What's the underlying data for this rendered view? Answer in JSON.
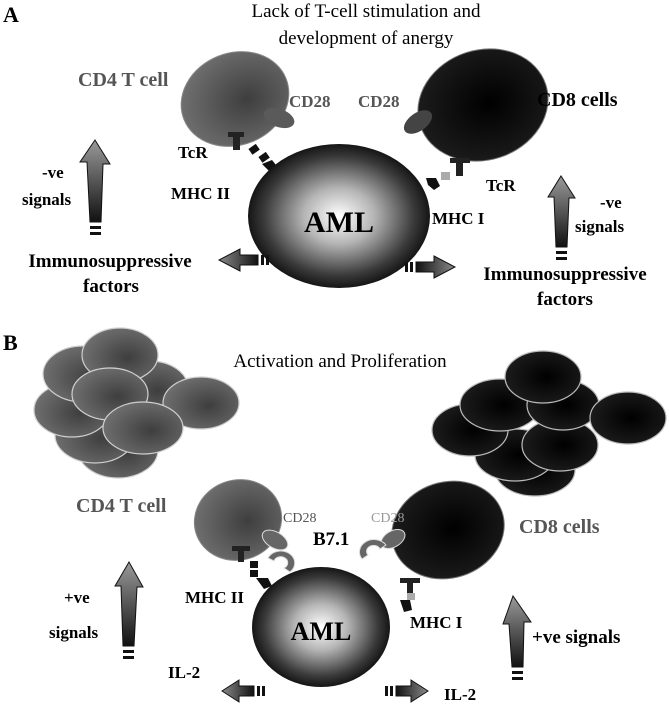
{
  "panel_a": {
    "letter": "A",
    "title_line1": "Lack of T-cell stimulation and",
    "title_line2": "development of anergy",
    "cd4_label": "CD4 T cell",
    "cd8_label": "CD8 cells",
    "cd28_left": "CD28",
    "cd28_right": "CD28",
    "tcr_left": "TcR",
    "tcr_right": "TcR",
    "mhc_left": "MHC II",
    "mhc_right": "MHC I",
    "aml_label": "AML",
    "signal_left_line1": "-ve",
    "signal_left_line2": "signals",
    "signal_right_line1": "-ve",
    "signal_right_line2": "signals",
    "factors_left_line1": "Immunosuppressive",
    "factors_left_line2": "factors",
    "factors_right_line1": "Immunosuppressive",
    "factors_right_line2": "factors"
  },
  "panel_b": {
    "letter": "B",
    "title": "Activation and Proliferation",
    "cd4_label": "CD4 T cell",
    "cd8_label": "CD8 cells",
    "cd28_left": "CD28",
    "cd28_right": "CD28",
    "b71_label": "B7.1",
    "mhc_left": "MHC II",
    "mhc_right": "MHC I",
    "aml_label": "AML",
    "signal_left_line1": "+ve",
    "signal_left_line2": "signals",
    "signal_right": "+ve signals",
    "il2_left": "IL-2",
    "il2_right": "IL-2"
  },
  "colors": {
    "cd4_cell": "#555555",
    "cd8_cell": "#111111",
    "receptor": "#222222",
    "aml_center": "#ffffff",
    "aml_edge": "#000000"
  }
}
